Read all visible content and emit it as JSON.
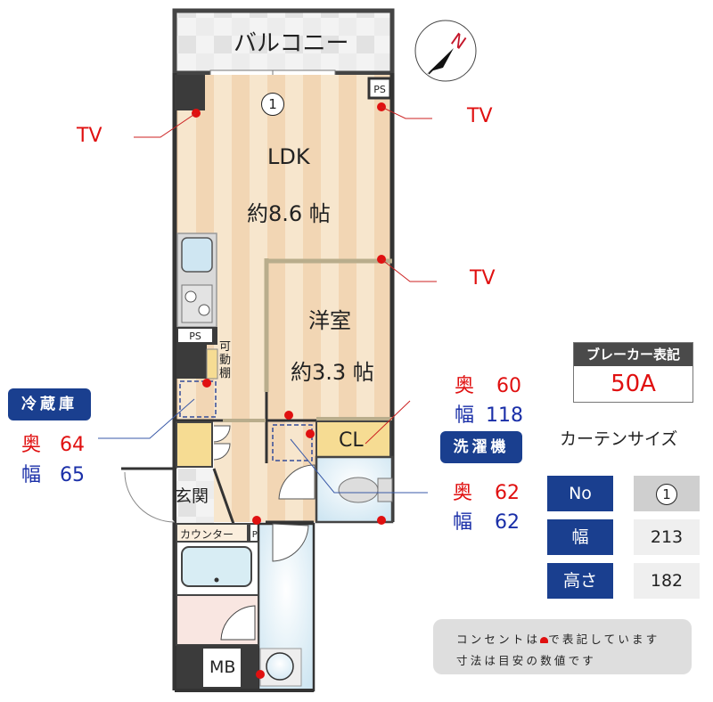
{
  "floorplan": {
    "rooms": {
      "balcony": "バルコニー",
      "ldk_name": "LDK",
      "ldk_size": "約8.6 帖",
      "western_name": "洋室",
      "western_size": "約3.3 帖",
      "closet": "CL",
      "entrance": "玄関",
      "counter": "カウンター",
      "mb": "MB",
      "shelf": "可動棚",
      "ps": "PS"
    },
    "window_marker": "1",
    "tv_labels": [
      "TV",
      "TV",
      "TV"
    ],
    "compass_letter": "N"
  },
  "fridge": {
    "label": "冷蔵庫",
    "depth_label": "奥",
    "depth": "64",
    "width_label": "幅",
    "width": "65"
  },
  "space_cl": {
    "depth_label": "奥",
    "depth": "60",
    "width_label": "幅",
    "width": "118"
  },
  "washer": {
    "label": "洗濯機",
    "depth_label": "奥",
    "depth": "62",
    "width_label": "幅",
    "width": "62"
  },
  "breaker": {
    "header": "ブレーカー表記",
    "value": "50A"
  },
  "curtain": {
    "title": "カーテンサイズ",
    "rows": [
      {
        "key": "No",
        "value": "1"
      },
      {
        "key": "幅",
        "value": "213"
      },
      {
        "key": "高さ",
        "value": "182"
      }
    ]
  },
  "note": {
    "line1_a": "コンセントは",
    "line1_b": "で表記しています",
    "line2": "寸法は目安の数値です"
  },
  "colors": {
    "accent_blue": "#1a3f8f",
    "red": "#e01010",
    "floor": "#f5dfc2"
  }
}
